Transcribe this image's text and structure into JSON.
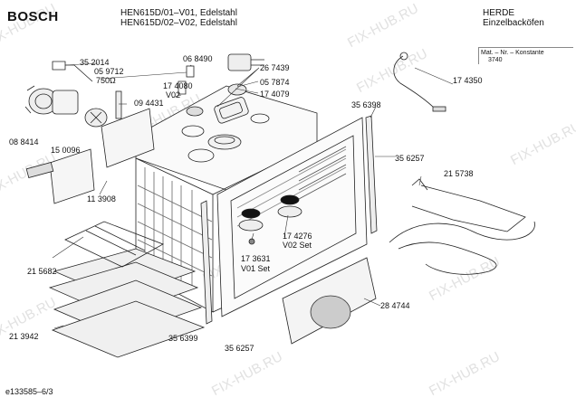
{
  "header": {
    "brand": "BOSCH",
    "models": [
      "HEN615D/01–V01, Edelstahl",
      "HEN615D/02–V02, Edelstahl"
    ],
    "manufacturer": "HERDE",
    "product": "Einzelbacköfen",
    "mat_no_label": "Mat. – Nr. – Konstante",
    "mat_no_value": "3740"
  },
  "footer": {
    "doc_id": "e133585–6/3"
  },
  "watermark": "FIX-HUB.RU",
  "parts": {
    "p352014": "35 2014",
    "p059712": "05 9712",
    "p750": "750Ω",
    "p068490": "06 8490",
    "p267439": "26 7439",
    "p057874": "05 7874",
    "p174080": "17 4080",
    "p174079": "17 4079",
    "pV02top": "V02",
    "p094431": "09 4431",
    "p174350": "17 4350",
    "p088414": "08 8414",
    "p150096": "15 0096",
    "p356398": "35  6398",
    "p356257a": "35 6257",
    "p215738": "21 5738",
    "p113908": "11 3908",
    "p174276": "17 4276",
    "pV02set": "V02 Set",
    "p173631": "17 3631",
    "pV01set": "V01 Set",
    "p215682": "21 5682",
    "p284744": "28 4744",
    "p213942": "21 3942",
    "p356399": "35  6399",
    "p356257b": "35 6257"
  }
}
